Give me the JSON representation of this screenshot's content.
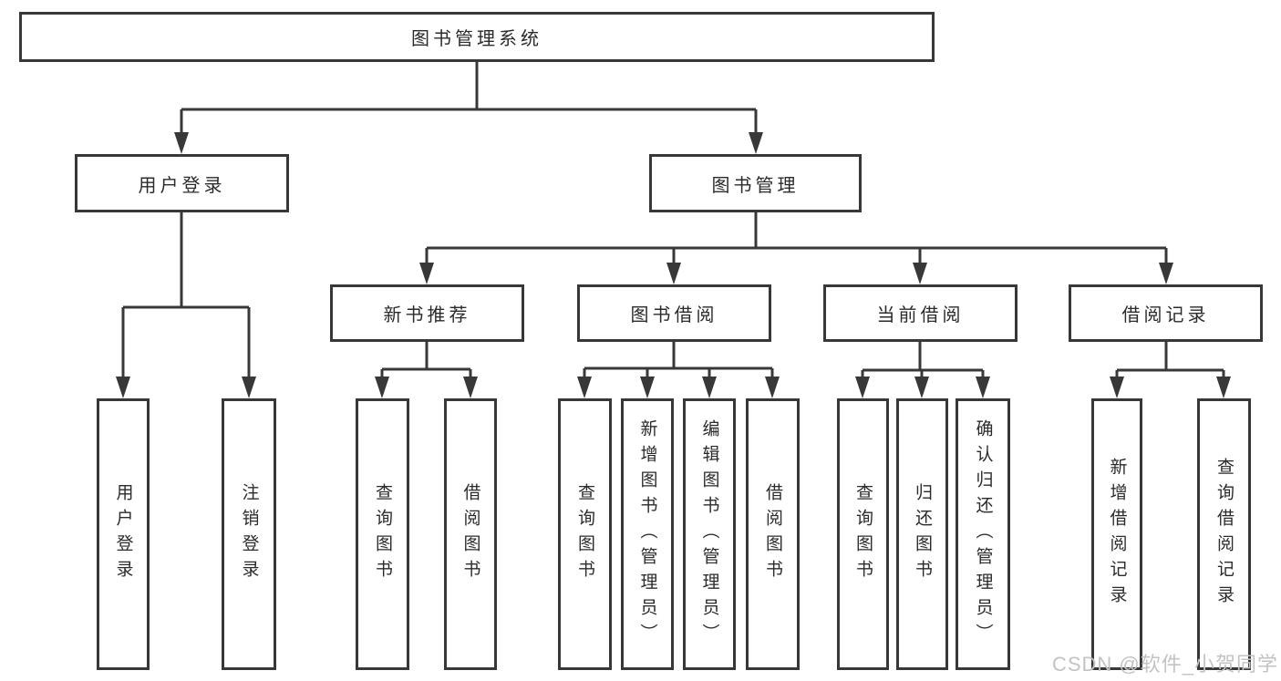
{
  "nodes": {
    "root": "图书管理系统",
    "level1": {
      "user_login": "用户登录",
      "book_mgmt": "图书管理"
    },
    "level2": {
      "new_book_rec": "新书推荐",
      "book_borrow": "图书借阅",
      "current_borrow": "当前借阅",
      "borrow_record": "借阅记录"
    },
    "leaves": {
      "user_login_leaf": "用户登录",
      "logout": "注销登录",
      "rec_query_book": "查询图书",
      "rec_borrow_book": "借阅图书",
      "bb_query_book": "查询图书",
      "bb_add_book": "新增图书（管理员）",
      "bb_edit_book": "编辑图书（管理员）",
      "bb_borrow_book": "借阅图书",
      "cb_query_book": "查询图书",
      "cb_return_book": "归还图书",
      "cb_confirm_return": "确认归还（管理员）",
      "br_add_record": "新增借阅记录",
      "br_query_record": "查询借阅记录"
    }
  },
  "watermark": "CSDN @软件_小贺同学",
  "colors": {
    "line": "#383838",
    "text": "#2b2b2b",
    "watermark": "#c3c3c3",
    "background": "#ffffff"
  }
}
